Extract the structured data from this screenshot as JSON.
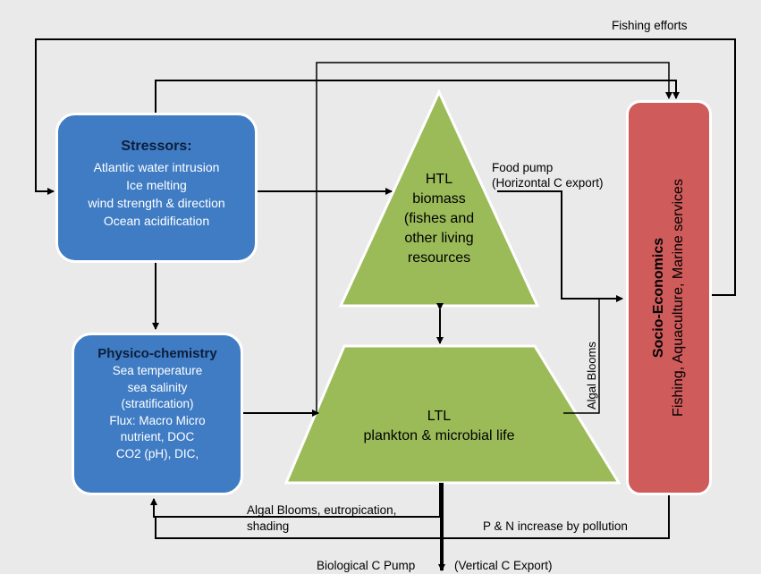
{
  "stressors": {
    "title": "Stressors:",
    "items": [
      "Atlantic water intrusion",
      "Ice melting",
      "wind strength & direction",
      "Ocean acidification"
    ]
  },
  "physico": {
    "title": "Physico-chemistry",
    "items": [
      "Sea temperature",
      "sea salinity",
      "(stratification)",
      "Flux: Macro Micro",
      "nutrient, DOC",
      "CO2 (pH), DIC,"
    ]
  },
  "htl": {
    "lines": [
      "HTL",
      "biomass",
      "(fishes and",
      "other living",
      "resources"
    ]
  },
  "ltl": {
    "lines": [
      "LTL",
      "plankton & microbial life"
    ]
  },
  "socio": {
    "title": "Socio-Economics",
    "subtitle": "Fishing, Aquaculture, Marine services"
  },
  "labels": {
    "fishing_efforts": "Fishing efforts",
    "food_pump_1": "Food pump",
    "food_pump_2": "(Horizontal C export)",
    "algal_blooms_vertical": "Algal Blooms",
    "algal_blooms_1": "Algal Blooms, eutropication,",
    "algal_blooms_2": "shading",
    "pn_increase": "P & N increase by pollution",
    "bio_pump": "Biological C Pump",
    "vertical_export": "(Vertical C Export)"
  },
  "colors": {
    "blue_box": "#3f7cc4",
    "green_shape": "#9bbb59",
    "red_box": "#cf5b5b",
    "background": "#eaeaea"
  }
}
